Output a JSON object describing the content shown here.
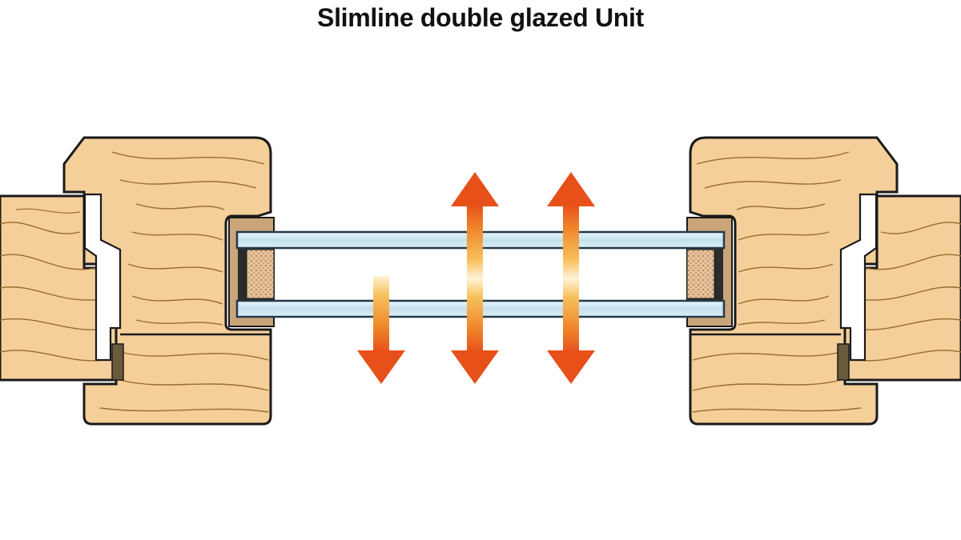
{
  "diagram": {
    "title": "Slimline double glazed Unit",
    "colors": {
      "timber": "#f4cf9a",
      "timber_grain": "#9b6a2f",
      "outline": "#1a1a1a",
      "glass": "#cfe6f3",
      "glass_edge": "#243a4a",
      "seal": "#2b2b2b",
      "desiccant": "#dcb48a",
      "bead": "#c9a67a",
      "arrow_hot": "#e8501a",
      "arrow_warm": "#f4a23a",
      "arrow_fade": "#fde7b0"
    },
    "components": [
      "left-timber-frame",
      "right-timber-frame",
      "glass-pane-upper",
      "glass-pane-lower",
      "edge-seal-left",
      "edge-seal-right",
      "heat-flow-arrows"
    ]
  }
}
